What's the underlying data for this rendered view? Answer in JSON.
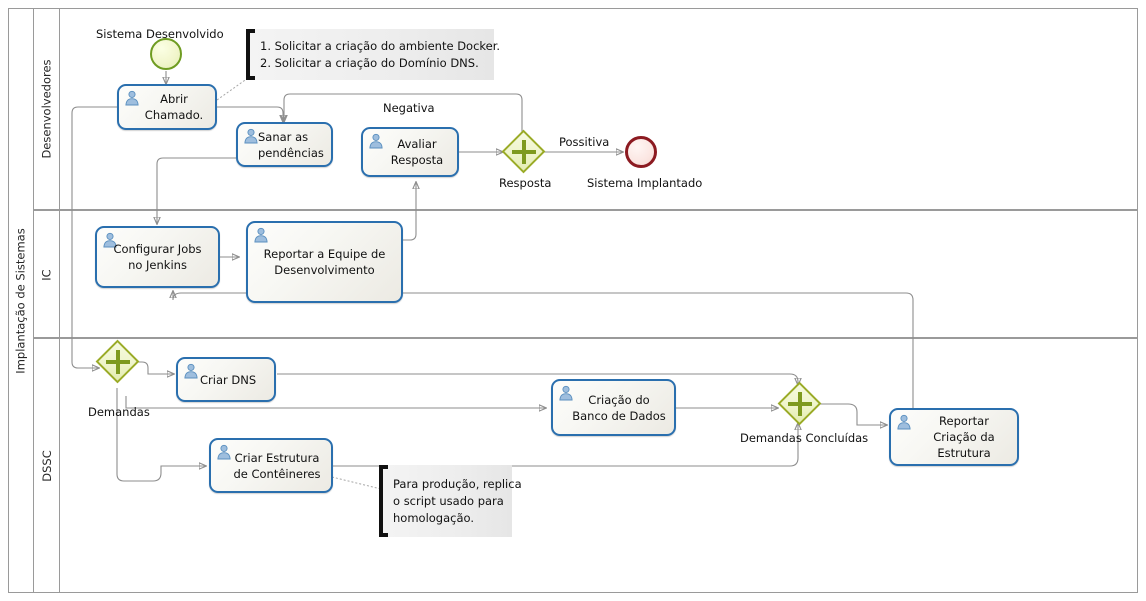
{
  "pool": {
    "label": "Implantação de Sistemas"
  },
  "lanes": [
    {
      "id": "desenvolvedores",
      "label": "Desenvolvedores"
    },
    {
      "id": "ic",
      "label": "IC"
    },
    {
      "id": "dssc",
      "label": "DSSC"
    }
  ],
  "events": [
    {
      "id": "start",
      "type": "start-event",
      "label": "Sistema Desenvolvido"
    },
    {
      "id": "end",
      "type": "end-event",
      "label": "Sistema Implantado"
    }
  ],
  "tasks": [
    {
      "id": "abrir-chamado",
      "label": "Abrir\nChamado.",
      "lane": "desenvolvedores"
    },
    {
      "id": "sanar-pendencias",
      "label": "Sanar as\npendências",
      "lane": "desenvolvedores"
    },
    {
      "id": "avaliar-resposta",
      "label": "Avaliar\nResposta",
      "lane": "desenvolvedores"
    },
    {
      "id": "configurar-jobs",
      "label": "Configurar Jobs\nno Jenkins",
      "lane": "ic"
    },
    {
      "id": "reportar-equipe",
      "label": "Reportar a Equipe de\nDesenvolvimento",
      "lane": "ic"
    },
    {
      "id": "criar-dns",
      "label": "Criar DNS",
      "lane": "dssc"
    },
    {
      "id": "criar-estrutura-conteineres",
      "label": "Criar Estrutura\nde Contêineres",
      "lane": "dssc"
    },
    {
      "id": "criacao-banco-dados",
      "label": "Criação do\nBanco de Dados",
      "lane": "dssc"
    },
    {
      "id": "reportar-criacao-estrutura",
      "label": "Reportar\nCriação da\nEstrutura",
      "lane": "dssc"
    }
  ],
  "gateways": [
    {
      "id": "resposta",
      "type": "parallel-gateway",
      "label": "Resposta"
    },
    {
      "id": "demandas",
      "type": "parallel-gateway",
      "label": "Demandas"
    },
    {
      "id": "demandas-concluidas",
      "type": "parallel-gateway",
      "label": "Demandas Concluídas"
    }
  ],
  "flow_labels": [
    {
      "id": "negativa",
      "label": "Negativa"
    },
    {
      "id": "possitiva",
      "label": "Possitiva"
    }
  ],
  "annotations": [
    {
      "id": "note-chamado",
      "text": "1. Solicitar a criação do ambiente Docker.\n2. Solicitar a criação do Domínio DNS."
    },
    {
      "id": "note-conteiner",
      "text": "Para produção, replica\no script usado para\nhomologação."
    }
  ],
  "colors": {
    "task_border": "#2a6fae",
    "gateway_border": "#9aab26",
    "gateway_symbol": "#7e9a1e",
    "start_event_border": "#6f9c22",
    "end_event_border": "#8c1a21",
    "lane_border": "#9a9a9a",
    "connector": "#8e8e8e"
  }
}
